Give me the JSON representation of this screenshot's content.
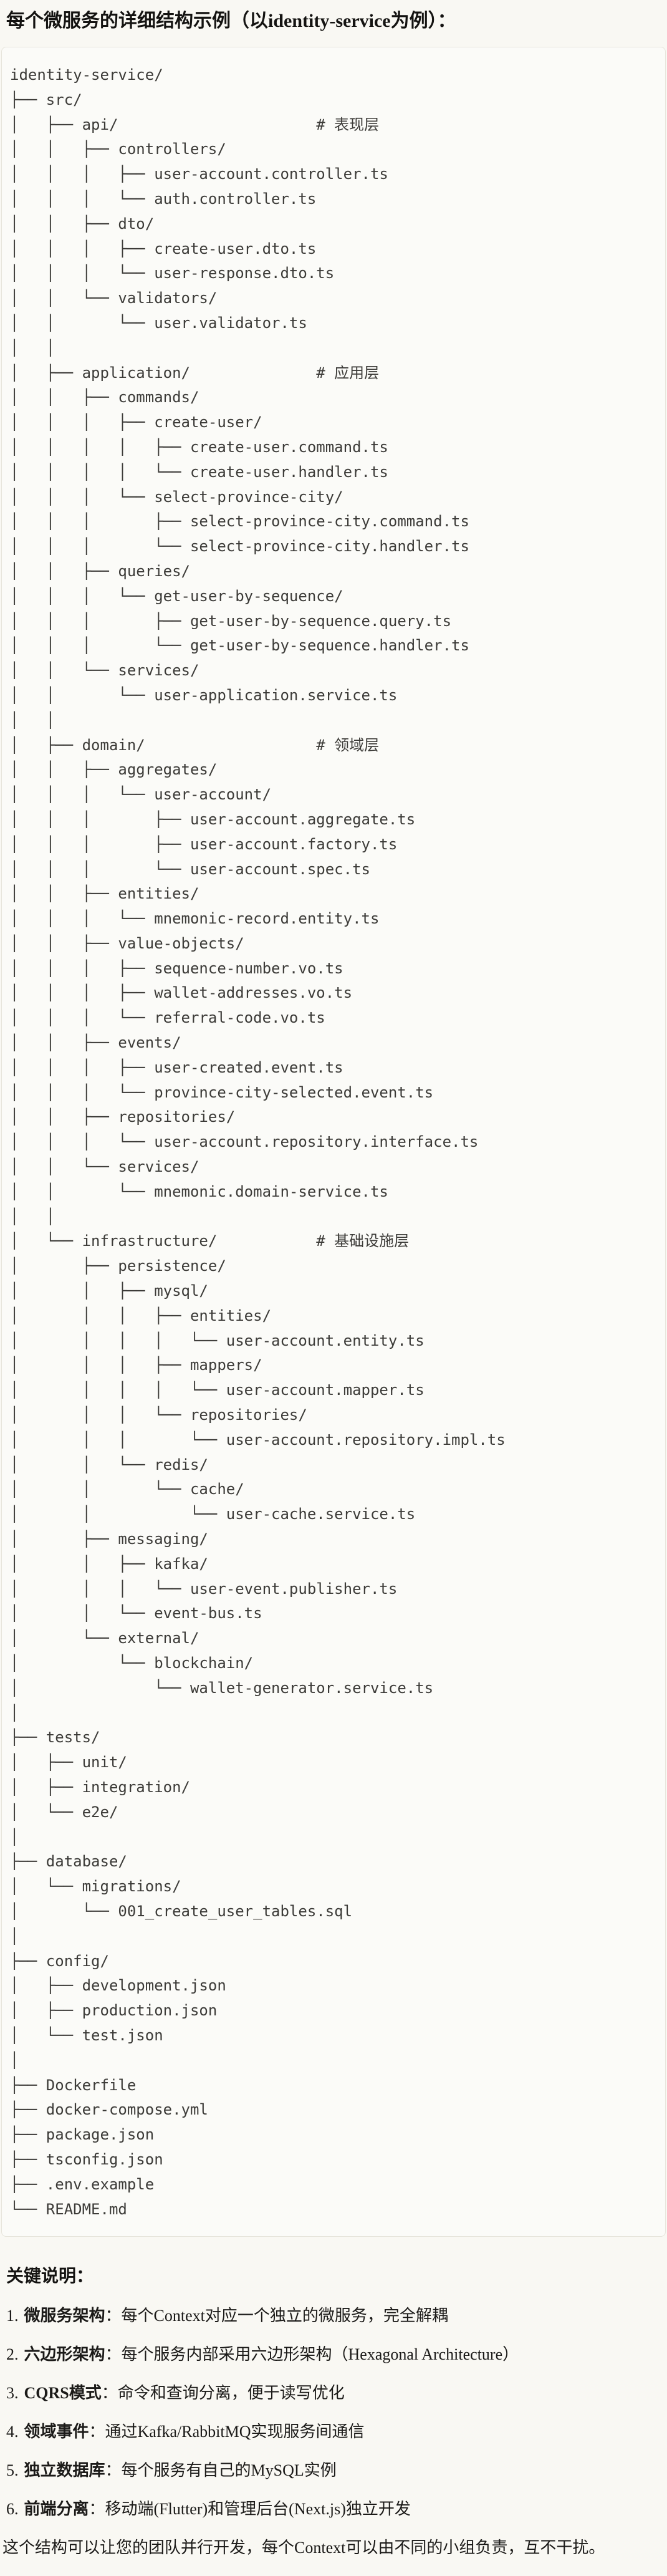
{
  "title": "每个微服务的详细结构示例（以identity-service为例）：",
  "tree": {
    "lines": [
      "identity-service/",
      "├── src/",
      "│   ├── api/                      # 表现层",
      "│   │   ├── controllers/",
      "│   │   │   ├── user-account.controller.ts",
      "│   │   │   └── auth.controller.ts",
      "│   │   ├── dto/",
      "│   │   │   ├── create-user.dto.ts",
      "│   │   │   └── user-response.dto.ts",
      "│   │   └── validators/",
      "│   │       └── user.validator.ts",
      "│   │",
      "│   ├── application/              # 应用层",
      "│   │   ├── commands/",
      "│   │   │   ├── create-user/",
      "│   │   │   │   ├── create-user.command.ts",
      "│   │   │   │   └── create-user.handler.ts",
      "│   │   │   └── select-province-city/",
      "│   │   │       ├── select-province-city.command.ts",
      "│   │   │       └── select-province-city.handler.ts",
      "│   │   ├── queries/",
      "│   │   │   └── get-user-by-sequence/",
      "│   │   │       ├── get-user-by-sequence.query.ts",
      "│   │   │       └── get-user-by-sequence.handler.ts",
      "│   │   └── services/",
      "│   │       └── user-application.service.ts",
      "│   │",
      "│   ├── domain/                   # 领域层",
      "│   │   ├── aggregates/",
      "│   │   │   └── user-account/",
      "│   │   │       ├── user-account.aggregate.ts",
      "│   │   │       ├── user-account.factory.ts",
      "│   │   │       └── user-account.spec.ts",
      "│   │   ├── entities/",
      "│   │   │   └── mnemonic-record.entity.ts",
      "│   │   ├── value-objects/",
      "│   │   │   ├── sequence-number.vo.ts",
      "│   │   │   ├── wallet-addresses.vo.ts",
      "│   │   │   └── referral-code.vo.ts",
      "│   │   ├── events/",
      "│   │   │   ├── user-created.event.ts",
      "│   │   │   └── province-city-selected.event.ts",
      "│   │   ├── repositories/",
      "│   │   │   └── user-account.repository.interface.ts",
      "│   │   └── services/",
      "│   │       └── mnemonic.domain-service.ts",
      "│   │",
      "│   └── infrastructure/           # 基础设施层",
      "│       ├── persistence/",
      "│       │   ├── mysql/",
      "│       │   │   ├── entities/",
      "│       │   │   │   └── user-account.entity.ts",
      "│       │   │   ├── mappers/",
      "│       │   │   │   └── user-account.mapper.ts",
      "│       │   │   └── repositories/",
      "│       │   │       └── user-account.repository.impl.ts",
      "│       │   └── redis/",
      "│       │       └── cache/",
      "│       │           └── user-cache.service.ts",
      "│       ├── messaging/",
      "│       │   ├── kafka/",
      "│       │   │   └── user-event.publisher.ts",
      "│       │   └── event-bus.ts",
      "│       └── external/",
      "│           └── blockchain/",
      "│               └── wallet-generator.service.ts",
      "│",
      "├── tests/",
      "│   ├── unit/",
      "│   ├── integration/",
      "│   └── e2e/",
      "│",
      "├── database/",
      "│   └── migrations/",
      "│       └── 001_create_user_tables.sql",
      "│",
      "├── config/",
      "│   ├── development.json",
      "│   ├── production.json",
      "│   └── test.json",
      "│",
      "├── Dockerfile",
      "├── docker-compose.yml",
      "├── package.json",
      "├── tsconfig.json",
      "├── .env.example",
      "└── README.md"
    ]
  },
  "notes": {
    "heading": "关键说明：",
    "items": [
      {
        "num": "1.",
        "label": "微服务架构",
        "sep": "：",
        "text": "每个Context对应一个独立的微服务，完全解耦"
      },
      {
        "num": "2.",
        "label": "六边形架构",
        "sep": "：",
        "text": "每个服务内部采用六边形架构（Hexagonal Architecture）"
      },
      {
        "num": "3.",
        "label": "CQRS模式",
        "sep": "：",
        "text": "命令和查询分离，便于读写优化"
      },
      {
        "num": "4.",
        "label": "领域事件",
        "sep": "：",
        "text": "通过Kafka/RabbitMQ实现服务间通信"
      },
      {
        "num": "5.",
        "label": "独立数据库",
        "sep": "：",
        "text": "每个服务有自己的MySQL实例"
      },
      {
        "num": "6.",
        "label": "前端分离",
        "sep": "：",
        "text": "移动端(Flutter)和管理后台(Next.js)独立开发"
      }
    ],
    "closing": "这个结构可以让您的团队并行开发，每个Context可以由不同的小组负责，互不干扰。"
  },
  "colors": {
    "page_bg": "#f9f8f3",
    "code_bg": "#fbfbf8",
    "code_border": "#e6e4db",
    "heading_text": "#141311",
    "tree_text": "#3c3b38"
  }
}
